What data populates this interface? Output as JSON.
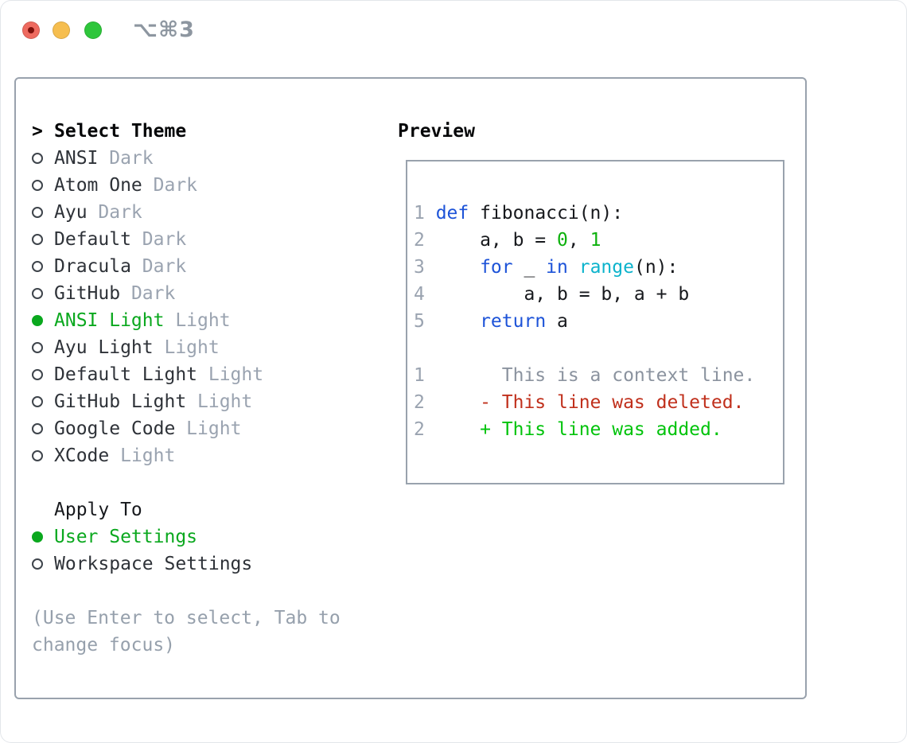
{
  "window": {
    "title": "⌥⌘3",
    "controls": [
      "close",
      "minimize",
      "zoom"
    ]
  },
  "colors": {
    "keyword_blue": "#1d53d8",
    "function_cyan": "#0cb3cc",
    "number_green": "#0db10d",
    "added_green": "#00c30b",
    "deleted_red": "#c0301c",
    "context_gray": "#8b939f",
    "linenum_gray": "#9aa3b0",
    "muted_gray": "#9aa3b0",
    "selected_green": "#0aa81e",
    "list_fg": "#2e3238",
    "code_fg": "#17191d",
    "border_gray": "#99a2ad",
    "hint_gray": "#96a0ac",
    "title_gray": "#8d96a0",
    "traffic_red": "#ee6a5f",
    "traffic_red_dot": "#7e100b",
    "traffic_yellow": "#f6be4f",
    "traffic_green": "#2ec63b"
  },
  "select_theme": {
    "prompt": ">",
    "heading": "Select Theme",
    "themes": [
      {
        "name": "ANSI",
        "variant": "Dark",
        "selected": false
      },
      {
        "name": "Atom One",
        "variant": "Dark",
        "selected": false
      },
      {
        "name": "Ayu",
        "variant": "Dark",
        "selected": false
      },
      {
        "name": "Default",
        "variant": "Dark",
        "selected": false
      },
      {
        "name": "Dracula",
        "variant": "Dark",
        "selected": false
      },
      {
        "name": "GitHub",
        "variant": "Dark",
        "selected": false
      },
      {
        "name": "ANSI Light",
        "variant": "Light",
        "selected": true
      },
      {
        "name": "Ayu Light",
        "variant": "Light",
        "selected": false
      },
      {
        "name": "Default Light",
        "variant": "Light",
        "selected": false
      },
      {
        "name": "GitHub Light",
        "variant": "Light",
        "selected": false
      },
      {
        "name": "Google Code",
        "variant": "Light",
        "selected": false
      },
      {
        "name": "XCode",
        "variant": "Light",
        "selected": false
      }
    ]
  },
  "apply_to": {
    "heading": "Apply To",
    "options": [
      {
        "label": "User Settings",
        "selected": true
      },
      {
        "label": "Workspace Settings",
        "selected": false
      }
    ]
  },
  "hint": {
    "text": "(Use Enter to select, Tab to change focus)"
  },
  "preview": {
    "heading": "Preview",
    "lines": [
      {
        "num": "1",
        "segments": [
          {
            "text": "def",
            "color": "keyword_blue"
          },
          {
            "text": " fibonacci(n):",
            "color": "code_fg"
          }
        ]
      },
      {
        "num": "2",
        "segments": [
          {
            "text": "    a, b = ",
            "color": "code_fg"
          },
          {
            "text": "0",
            "color": "number_green"
          },
          {
            "text": ", ",
            "color": "code_fg"
          },
          {
            "text": "1",
            "color": "number_green"
          }
        ]
      },
      {
        "num": "3",
        "segments": [
          {
            "text": "    ",
            "color": "code_fg"
          },
          {
            "text": "for",
            "color": "keyword_blue"
          },
          {
            "text": " _ ",
            "color": "code_fg"
          },
          {
            "text": "in",
            "color": "keyword_blue"
          },
          {
            "text": " ",
            "color": "code_fg"
          },
          {
            "text": "range",
            "color": "function_cyan"
          },
          {
            "text": "(n):",
            "color": "code_fg"
          }
        ]
      },
      {
        "num": "4",
        "segments": [
          {
            "text": "        a, b = b, a + b",
            "color": "code_fg"
          }
        ]
      },
      {
        "num": "5",
        "segments": [
          {
            "text": "    ",
            "color": "code_fg"
          },
          {
            "text": "return",
            "color": "keyword_blue"
          },
          {
            "text": " a",
            "color": "code_fg"
          }
        ]
      },
      {
        "num": "",
        "segments": []
      },
      {
        "num": "1",
        "segments": [
          {
            "text": "      This is a context line.",
            "color": "context_gray"
          }
        ]
      },
      {
        "num": "2",
        "segments": [
          {
            "text": "    - This line was deleted.",
            "color": "deleted_red"
          }
        ]
      },
      {
        "num": "2",
        "segments": [
          {
            "text": "    + This line was added.",
            "color": "added_green"
          }
        ]
      }
    ]
  }
}
